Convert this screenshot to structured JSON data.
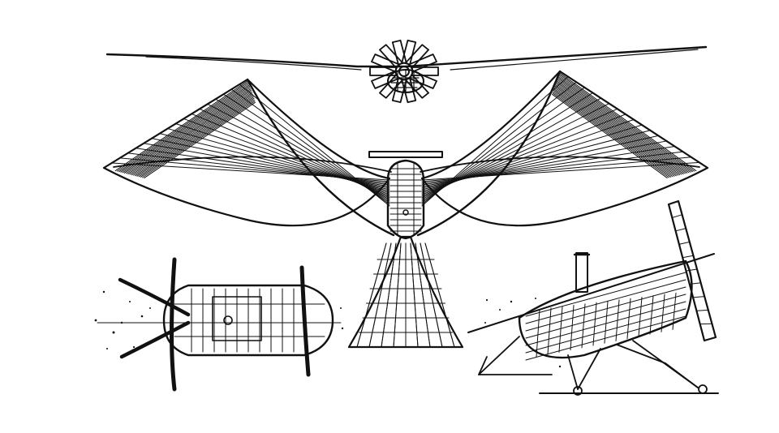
{
  "colors": {
    "background": "#ffffff",
    "ink": "#111111"
  },
  "figures": [
    {
      "name": "front-view"
    },
    {
      "name": "top-view"
    },
    {
      "name": "hull-plan-view"
    },
    {
      "name": "side-view"
    }
  ]
}
